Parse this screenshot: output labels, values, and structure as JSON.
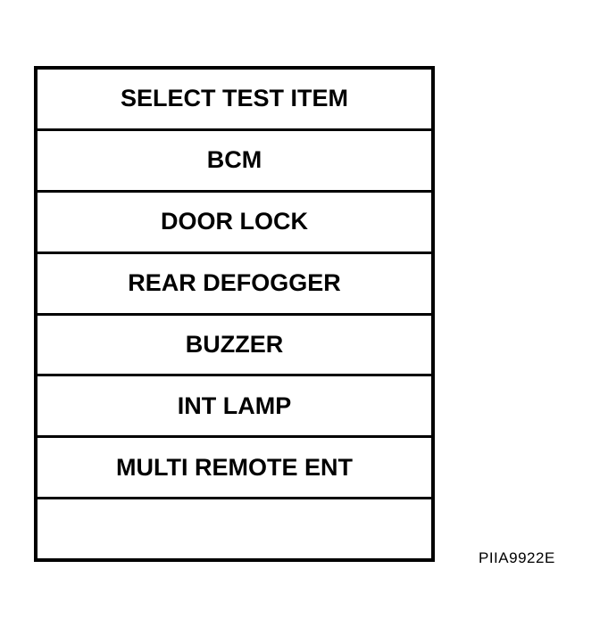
{
  "screen": {
    "title": "SELECT TEST ITEM",
    "items": [
      {
        "label": "BCM"
      },
      {
        "label": "DOOR LOCK"
      },
      {
        "label": "REAR DEFOGGER"
      },
      {
        "label": "BUZZER"
      },
      {
        "label": "INT LAMP"
      },
      {
        "label": "MULTI REMOTE ENT"
      },
      {
        "label": ""
      }
    ]
  },
  "figure_id": "PIIA9922E",
  "colors": {
    "foreground": "#000000",
    "background": "#ffffff"
  }
}
